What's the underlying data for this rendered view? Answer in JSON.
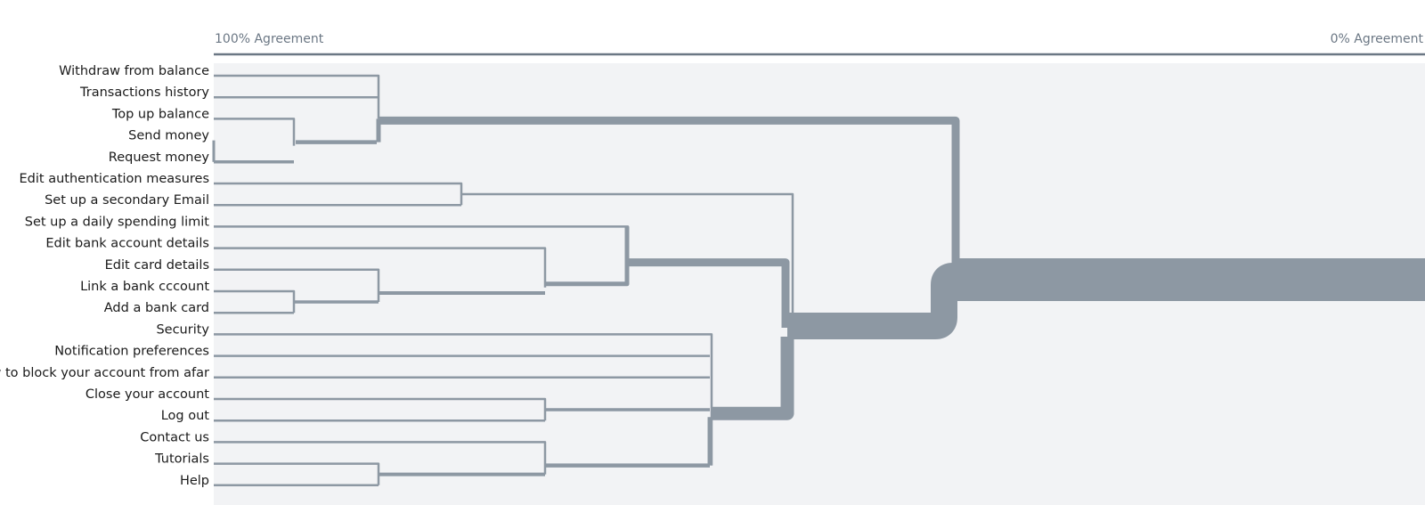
{
  "header": {
    "left_label": "100% Agreement",
    "right_label": "0% Agreement"
  },
  "leaves": [
    "Withdraw from balance",
    "Transactions history",
    "Top up balance",
    "Send money",
    "Request money",
    "Edit authentication measures",
    "Set up a secondary Email",
    "Set up a daily spending limit",
    "Edit bank account details",
    "Edit card details",
    "Link a bank cccount",
    "Add a bank card",
    "Security",
    "Notification preferences",
    "How to block your account from afar",
    "Close your account",
    "Log out",
    "Contact us",
    "Tutorials",
    "Help"
  ],
  "colors": {
    "line": "#8d98a3",
    "panel": "#f2f3f5",
    "axis": "#6b7784"
  },
  "chart_data": {
    "type": "dendrogram",
    "axis": {
      "left": "100% Agreement",
      "right": "0% Agreement",
      "agreement_range": [
        100,
        0
      ]
    },
    "merges": [
      {
        "children": [
          "Send money",
          "Request money"
        ],
        "agreement": 100
      },
      {
        "children": [
          "Top up balance",
          "{Send money, Request money}"
        ],
        "agreement": 92.5
      },
      {
        "children": [
          "Withdraw from balance",
          "Transactions history",
          "{Top up balance, Send money, Request money}"
        ],
        "agreement": 85
      },
      {
        "children": [
          "Edit authentication measures",
          "Set up a secondary Email"
        ],
        "agreement": 77.5
      },
      {
        "children": [
          "Link a bank cccount",
          "Add a bank card"
        ],
        "agreement": 92.5
      },
      {
        "children": [
          "Edit card details",
          "{Link a bank cccount, Add a bank card}"
        ],
        "agreement": 85
      },
      {
        "children": [
          "Edit bank account details",
          "{Edit card details, Link a bank cccount, Add a bank card}"
        ],
        "agreement": 70
      },
      {
        "children": [
          "Set up a daily spending limit",
          "{Edit bank account details, ...}"
        ],
        "agreement": 62.5
      },
      {
        "children": [
          "Close your account",
          "Log out"
        ],
        "agreement": 70
      },
      {
        "children": [
          "Tutorials",
          "Help"
        ],
        "agreement": 85
      },
      {
        "children": [
          "Contact us",
          "{Tutorials, Help}"
        ],
        "agreement": 70
      },
      {
        "children": [
          "Security",
          "Notification preferences",
          "How to block your account from afar",
          "{Close your account, Log out}",
          "{Contact us, Tutorials, Help}"
        ],
        "agreement": 55
      },
      {
        "children": [
          "{Edit authentication measures, Set up a secondary Email}",
          "{Set up a daily spending limit, ...}",
          "{Security, ...}"
        ],
        "agreement": 47.5
      },
      {
        "children": [
          "{Withdraw from balance, ...}",
          "{Edit authentication measures, ...}"
        ],
        "agreement": 38
      }
    ]
  }
}
